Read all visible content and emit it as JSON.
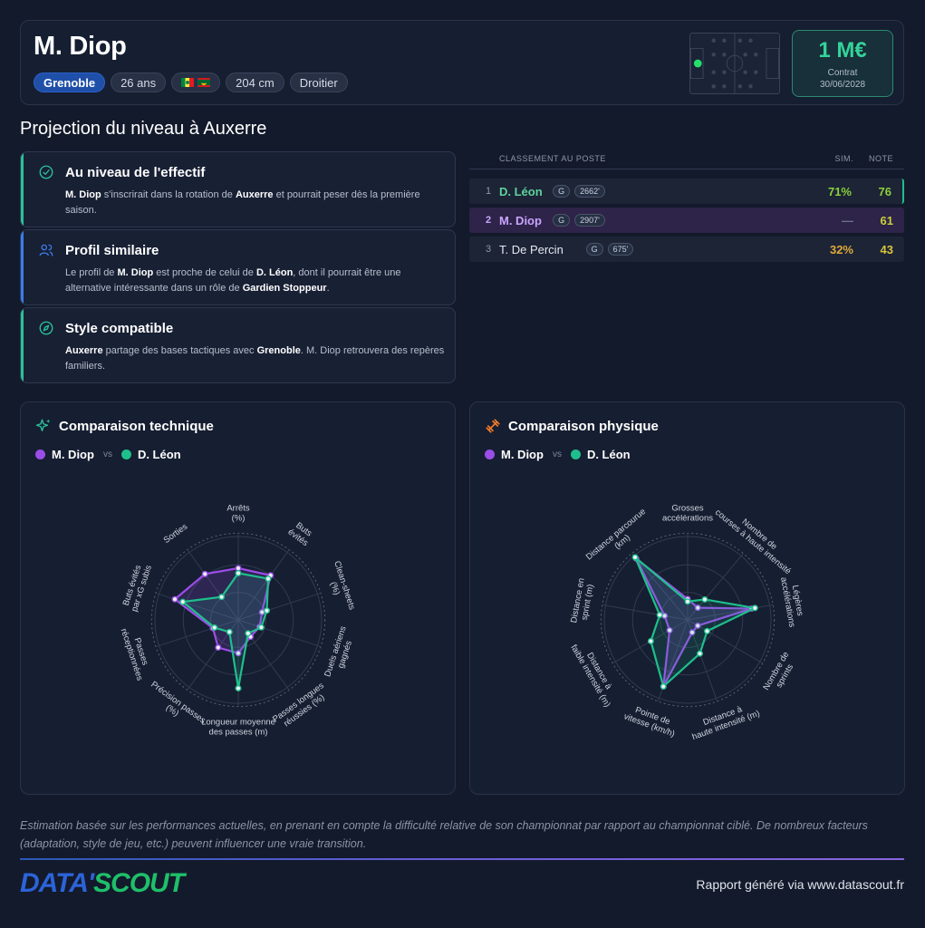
{
  "header": {
    "name": "M. Diop",
    "club": "Grenoble",
    "age": "26 ans",
    "height": "204 cm",
    "foot": "Droitier",
    "contract": {
      "value": "1 M€",
      "label": "Contrat",
      "date": "30/06/2028"
    }
  },
  "section_title": "Projection du niveau à Auxerre",
  "insights": [
    {
      "title": "Au niveau de l'effectif",
      "icon": "check-circle-icon",
      "color": "#2bc09a",
      "desc": [
        [
          "b",
          "M. Diop"
        ],
        [
          "t",
          " s'inscrirait dans la rotation de "
        ],
        [
          "b",
          "Auxerre"
        ],
        [
          "t",
          " et pourrait peser dès la première saison."
        ]
      ]
    },
    {
      "title": "Profil similaire",
      "icon": "users-icon",
      "color": "#3b7ce8",
      "desc": [
        [
          "t",
          "Le profil de "
        ],
        [
          "b",
          "M. Diop"
        ],
        [
          "t",
          " est proche de celui de "
        ],
        [
          "b",
          "D. Léon"
        ],
        [
          "t",
          ", dont il pourrait être une alternative intéressante dans un rôle de "
        ],
        [
          "b",
          "Gardien Stoppeur"
        ],
        [
          "t",
          "."
        ]
      ]
    },
    {
      "title": "Style compatible",
      "icon": "compass-icon",
      "color": "#2bc09a",
      "desc": [
        [
          "b",
          "Auxerre"
        ],
        [
          "t",
          " partage des bases tactiques avec "
        ],
        [
          "b",
          "Grenoble"
        ],
        [
          "t",
          ". M. Diop retrouvera des repères familiers."
        ]
      ]
    }
  ],
  "ranking": {
    "headers": {
      "title": "CLASSEMENT AU POSTE",
      "sim": "SIM.",
      "note": "NOTE"
    },
    "rows": [
      {
        "rank": "1",
        "name": "D. Léon",
        "pos": "G",
        "minutes": "2662'",
        "sim": "71%",
        "note": "76",
        "name_color": "#5fd39b",
        "sim_color": "#8bcf3a",
        "note_color": "#8bcf3a",
        "highlight": false
      },
      {
        "rank": "2",
        "name": "M. Diop",
        "pos": "G",
        "minutes": "2907'",
        "sim": "—",
        "note": "61",
        "name_color": "#c9a5ff",
        "sim_color": "#6c7487",
        "note_color": "#c9cf3a",
        "highlight": true
      },
      {
        "rank": "3",
        "name": "T. De Percin",
        "pos": "G",
        "minutes": "675'",
        "sim": "32%",
        "note": "43",
        "name_color": "#e6e9f0",
        "sim_color": "#e0a93a",
        "note_color": "#d9c43a",
        "highlight": false
      }
    ]
  },
  "legend": {
    "player": "M. Diop",
    "vs": "vs",
    "compare": "D. Léon",
    "player_color": "#9b4de8",
    "compare_color": "#1fbf8c"
  },
  "chart_data": [
    {
      "type": "radar",
      "title": "Comparaison technique",
      "axes": [
        [
          "Arrêts",
          "(%)"
        ],
        [
          "Buts",
          "évités"
        ],
        [
          "Clean-sheets",
          "(%)"
        ],
        [
          "Duels aériens",
          "gagnés"
        ],
        [
          "Passes longues",
          "réussies (%)"
        ],
        [
          "Longueur moyenne",
          "des passes (m)"
        ],
        [
          "Précision passes",
          "(%)"
        ],
        [
          "Passes",
          "réceptionnées"
        ],
        [
          "Buts évités",
          "par xG subis"
        ],
        [
          "Sorties"
        ]
      ],
      "range": [
        0,
        100
      ],
      "series": [
        {
          "name": "M. Diop",
          "values": [
            62,
            66,
            30,
            27,
            25,
            40,
            41,
            32,
            80,
            68
          ]
        },
        {
          "name": "D. Léon",
          "values": [
            56,
            61,
            36,
            29,
            20,
            82,
            18,
            30,
            70,
            34
          ]
        }
      ]
    },
    {
      "type": "radar",
      "title": "Comparaison physique",
      "axes": [
        [
          "Grosses",
          "accélérations"
        ],
        [
          "Nombre de",
          "courses à haute intensité"
        ],
        [
          "Légères",
          "accélérations"
        ],
        [
          "Nombre de",
          "sprints"
        ],
        [
          "Distance à",
          "haute intensité (m)"
        ],
        [
          "Pointe de",
          "vitesse (km/h)"
        ],
        [
          "Distance à",
          "faible intensité (m)"
        ],
        [
          "Distance en",
          "sprint (m)"
        ],
        [
          "Distance parcourue",
          "(km)"
        ]
      ],
      "range": [
        0,
        100
      ],
      "series": [
        {
          "name": "M. Diop",
          "values": [
            25,
            19,
            78,
            14,
            16,
            85,
            25,
            28,
            96
          ]
        },
        {
          "name": "D. Léon",
          "values": [
            22,
            32,
            82,
            27,
            43,
            85,
            51,
            34,
            98
          ]
        }
      ]
    }
  ],
  "disclaimer": "Estimation basée sur les performances actuelles, en prenant en compte la difficulté relative de son championnat par rapport au championnat ciblé. De nombreux facteurs (adaptation, style de jeu, etc.) peuvent influencer une vraie transition.",
  "footer": {
    "logo_left": "DATA'",
    "logo_right": "SCOUT",
    "text": "Rapport généré via www.datascout.fr"
  }
}
